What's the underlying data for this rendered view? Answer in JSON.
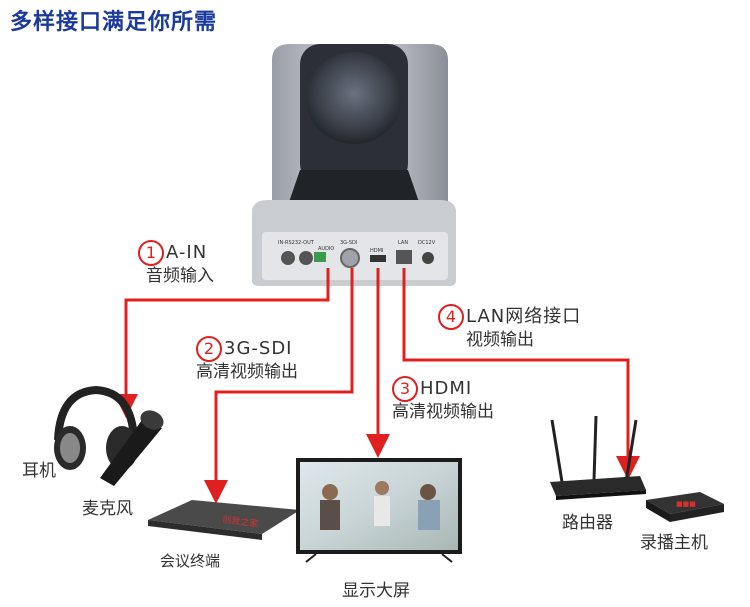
{
  "title": "多样接口满足你所需",
  "ports": [
    {
      "num": "1",
      "name": "A-IN",
      "desc": "音频输入"
    },
    {
      "num": "2",
      "name": "3G-SDI",
      "desc": "高清视频输出"
    },
    {
      "num": "3",
      "name": "HDMI",
      "desc": "高清视频输出"
    },
    {
      "num": "4",
      "name": "LAN网络接口",
      "desc": "视频输出"
    }
  ],
  "devices": {
    "headphones": "耳机",
    "microphone": "麦克风",
    "conference": "会议终端",
    "display": "显示大屏",
    "router": "路由器",
    "recorder": "录播主机"
  },
  "camera_panel": {
    "rs232": "IN-RS232-OUT",
    "audio": "AUDIO",
    "sdi": "3G-SDI",
    "hdmi": "HDMI",
    "lan": "LAN",
    "power": "DC12V"
  },
  "colors": {
    "arrow": "#e02020",
    "title": "#1a3a9c"
  }
}
